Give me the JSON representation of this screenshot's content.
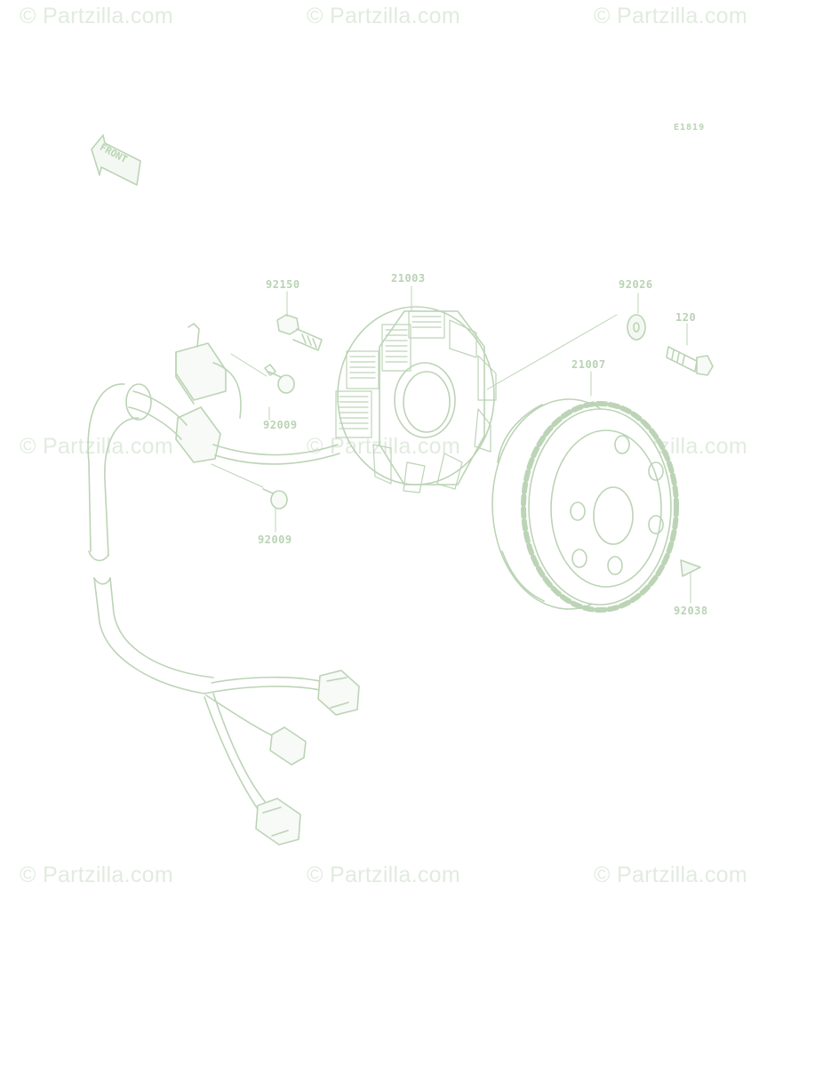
{
  "watermark": "© Partzilla.com",
  "diagram_code": "E1819",
  "front_label": "FRONT",
  "callouts": {
    "stator_bolt": "92150",
    "stator": "21003",
    "washer": "92026",
    "flywheel_bolt": "120",
    "flywheel": "21007",
    "screw_upper": "92009",
    "screw_lower": "92009",
    "key": "92038"
  },
  "colors": {
    "line": "#bcd4b6",
    "watermark": "#e2ebe0",
    "text": "#b9d3b4"
  }
}
